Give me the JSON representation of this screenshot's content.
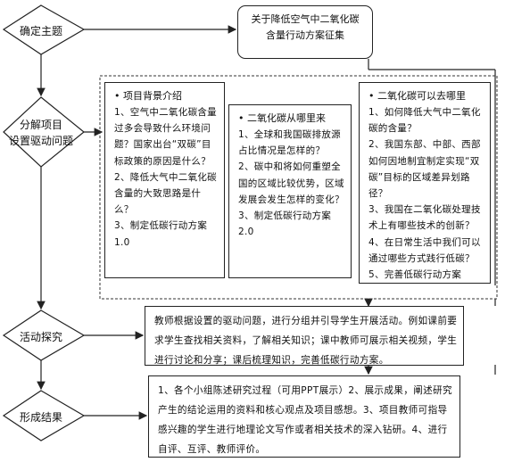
{
  "stages": [
    {
      "label": "确定主题"
    },
    {
      "label": "分解项目\n设置驱动问题"
    },
    {
      "label": "活动探究"
    },
    {
      "label": "形成结果"
    }
  ],
  "theme_box": {
    "text": "关于降低空气中二氧化碳含量行动方案征集"
  },
  "columns": [
    {
      "header": "• 项目背景介绍",
      "items": [
        "1、空气中二氧化碳含量过多会导致什么环境问题？国家出台“双碳”目标政策的原因是什么？",
        "2、降低大气中二氧化碳含量的大致思路是什么？",
        "3、制定低碳行动方案1.0"
      ]
    },
    {
      "header": "• 二氧化碳从哪里来",
      "items": [
        "1、全球和我国碳排放源占比情况是怎样的？",
        "2、碳中和将如何重塑全国的区域比较优势，区域发展会发生怎样的变化？",
        "3、制定低碳行动方案2.0"
      ]
    },
    {
      "header": "• 二氧化碳可以去哪里",
      "items": [
        "1、如何降低大气中二氧化碳的含量？",
        "2、我国东部、中部、西部如何因地制宜制定实现“双碳”目标的区域差异划路径？",
        "3、我国在二氧化碳处理技术上有哪些技术的创新？",
        "4、在日常生活中我们可以通过哪些方式践行低碳？",
        "5、完善低碳行动方案"
      ]
    }
  ],
  "activity_box": {
    "text": "教师根据设置的驱动问题，进行分组并引导学生开展活动。例如课前要求学生查找相关资料，了解相关知识；课中教师可展示相关视频，学生进行讨论和分享；课后梳理知识，完善低碳行动方案。"
  },
  "result_box": {
    "text": "1、各个小组陈述研究过程（可用PPT展示）2、展示成果，阐述研究产生的结论运用的资料和核心观点及项目感想。3、项目教师可指导感兴趣的学生进行地理论文写作或者相关技术的深入钻研。4、进行自评、互评、教师评价。"
  }
}
